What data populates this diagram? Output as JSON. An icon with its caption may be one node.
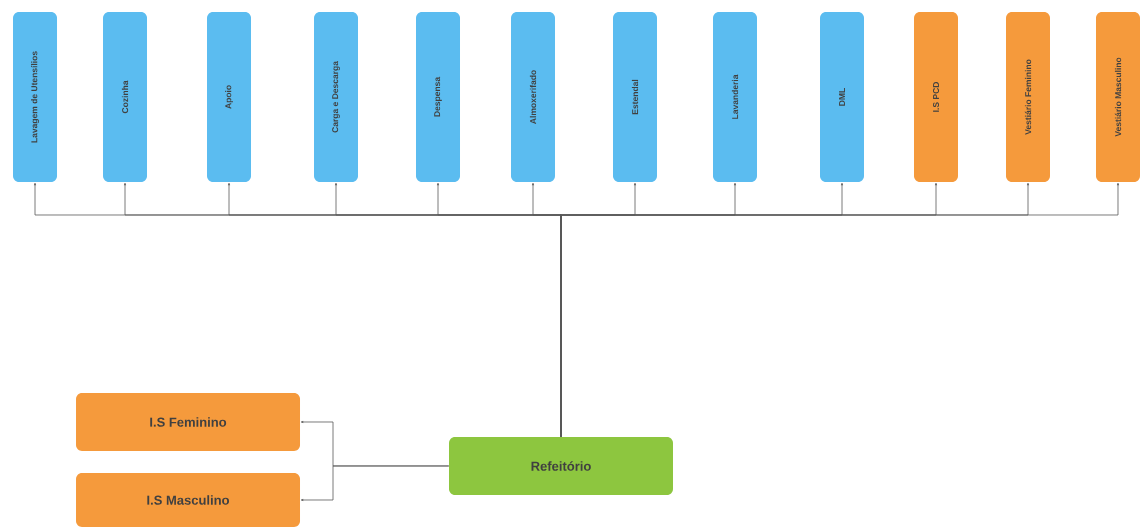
{
  "diagram": {
    "nodes": [
      {
        "text": [
          "Lavagem de Utensílios"
        ]
      },
      {
        "text": [
          "Cozinha"
        ]
      },
      {
        "text": [
          "Apoio"
        ]
      },
      {
        "text": [
          "Carga e Descarga"
        ]
      },
      {
        "text": [
          "Despensa"
        ]
      },
      {
        "text": [
          "Almoxerifado"
        ]
      },
      {
        "text": [
          "Estendal"
        ]
      },
      {
        "text": [
          "Lavanderia"
        ]
      },
      {
        "text": [
          "DML"
        ]
      },
      {
        "text": [
          "I.S PCD"
        ]
      },
      {
        "text": [
          "Vestiário Feminino"
        ]
      },
      {
        "text": [
          "Vestiário Masculino"
        ]
      },
      {
        "text": [
          "I.S Feminino"
        ]
      },
      {
        "text": [
          "I.S Masculino"
        ]
      },
      {
        "text": [
          "Refeitório"
        ]
      }
    ],
    "edges": [
      {
        "from": 14,
        "to": 0,
        "arrow": "to"
      },
      {
        "from": 14,
        "to": 1,
        "arrow": "to"
      },
      {
        "from": 14,
        "to": 2,
        "arrow": "to"
      },
      {
        "from": 14,
        "to": 3,
        "arrow": "to"
      },
      {
        "from": 14,
        "to": 4,
        "arrow": "to"
      },
      {
        "from": 14,
        "to": 5,
        "arrow": "to"
      },
      {
        "from": 14,
        "to": 6,
        "arrow": "to"
      },
      {
        "from": 14,
        "to": 7,
        "arrow": "to"
      },
      {
        "from": 14,
        "to": 8,
        "arrow": "to"
      },
      {
        "from": 14,
        "to": 9,
        "arrow": "to"
      },
      {
        "from": 14,
        "to": 10,
        "arrow": "to"
      },
      {
        "from": 14,
        "to": 11,
        "arrow": "to"
      },
      {
        "from": 14,
        "to": 12,
        "arrow": "to"
      },
      {
        "from": 14,
        "to": 13,
        "arrow": "to"
      }
    ]
  }
}
